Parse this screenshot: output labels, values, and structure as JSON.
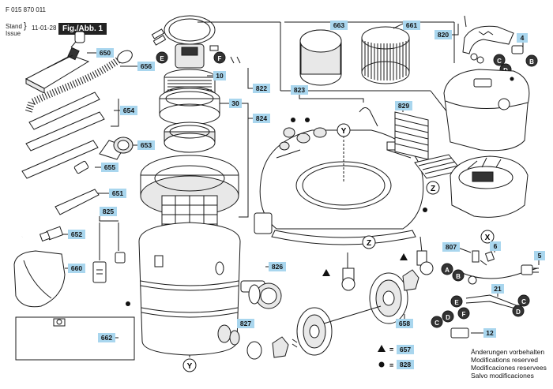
{
  "header": {
    "doc_number": "F 015 870 011",
    "stand_label": "Stand",
    "issue_label": "Issue",
    "date": "11-01-28",
    "figure_label": "Fig./Abb. 1"
  },
  "part_numbers": {
    "p650": "650",
    "p656": "656",
    "p654": "654",
    "p653": "653",
    "p655": "655",
    "p651": "651",
    "p652": "652",
    "p660": "660",
    "p662": "662",
    "p825": "825",
    "p822": "822",
    "p10": "10",
    "p30": "30",
    "p824": "824",
    "p823": "823",
    "p826": "826",
    "p827": "827",
    "p663": "663",
    "p661": "661",
    "p820": "820",
    "p4": "4",
    "p829": "829",
    "p807": "807",
    "p6": "6",
    "p5": "5",
    "p21": "21",
    "p12": "12",
    "p658": "658",
    "p657": "657",
    "p828": "828"
  },
  "markers": {
    "X": "X",
    "Y": "Y",
    "Z": "Z",
    "A": "A",
    "B": "B",
    "C": "C",
    "D": "D",
    "E": "E",
    "F": "F"
  },
  "legend": {
    "triangle_number": "657",
    "bullet_number": "828"
  },
  "notes": [
    "Änderungen vorbehalten",
    "Modifications reserved",
    "Modificaciones reservees",
    "Salvo modificaciones"
  ],
  "colors": {
    "label_bg": "#a9d6ee",
    "line": "#1a1a1a",
    "figure_bg": "#222222"
  }
}
